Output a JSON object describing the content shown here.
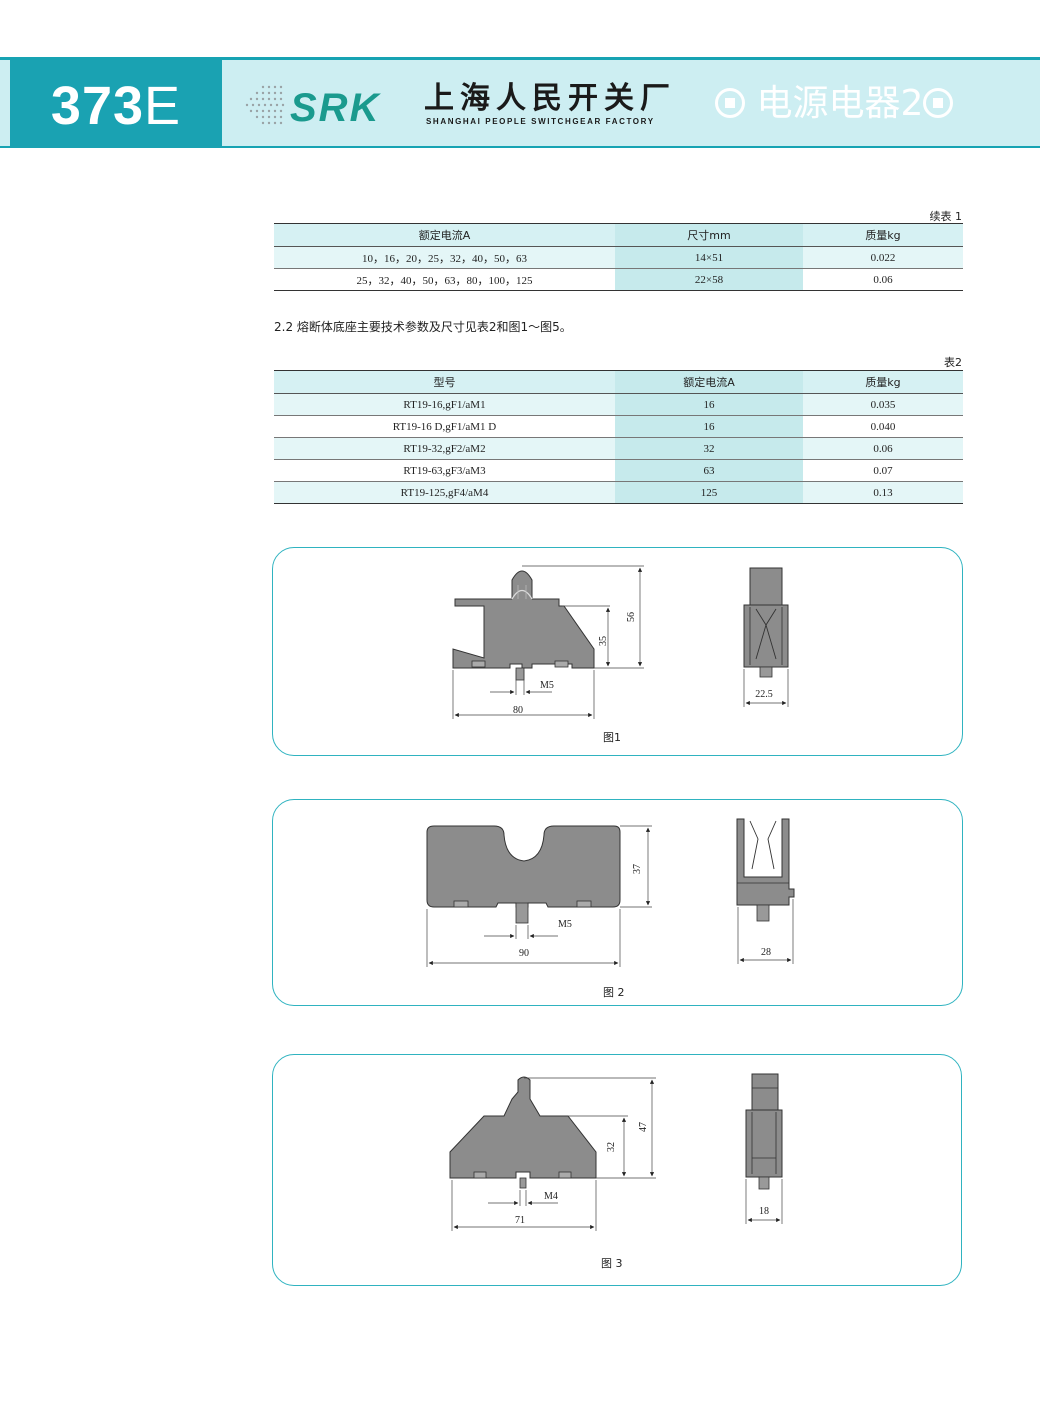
{
  "header": {
    "page_code": "373",
    "page_code_suffix": "E",
    "brand": "SRK",
    "company_cn": "上海人民开关厂",
    "company_en": "SHANGHAI PEOPLE SWITCHGEAR FACTORY",
    "category": "电源电器2",
    "colors": {
      "accent": "#1aa2b2",
      "band": "#cdeef2",
      "brand": "#1a9a8e"
    }
  },
  "table1": {
    "caption": "续表 1",
    "columns": [
      "额定电流A",
      "尺寸mm",
      "质量kg"
    ],
    "rows": [
      [
        "10，16，20，25，32，40，50，63",
        "14×51",
        "0.022"
      ],
      [
        "25，32，40，50，63，80，100，125",
        "22×58",
        "0.06"
      ]
    ]
  },
  "paragraph": "2.2  熔断体底座主要技术参数及尺寸见表2和图1～图5。",
  "table2": {
    "caption": "表2",
    "columns": [
      "型号",
      "额定电流A",
      "质量kg"
    ],
    "rows": [
      [
        "RT19-16,gF1/aM1",
        "16",
        "0.035"
      ],
      [
        "RT19-16 D,gF1/aM1 D",
        "16",
        "0.040"
      ],
      [
        "RT19-32,gF2/aM2",
        "32",
        "0.06"
      ],
      [
        "RT19-63,gF3/aM3",
        "63",
        "0.07"
      ],
      [
        "RT19-125,gF4/aM4",
        "125",
        "0.13"
      ]
    ]
  },
  "figures": [
    {
      "caption": "图1",
      "dims": {
        "width": "80",
        "thread": "M5",
        "height_inner": "35",
        "height_total": "56",
        "side_width": "22.5"
      }
    },
    {
      "caption": "图 2",
      "dims": {
        "width": "90",
        "thread": "M5",
        "height_total": "37",
        "side_width": "28"
      }
    },
    {
      "caption": "图 3",
      "dims": {
        "width": "71",
        "thread": "M4",
        "height_inner": "32",
        "height_total": "47",
        "side_width": "18"
      }
    }
  ]
}
